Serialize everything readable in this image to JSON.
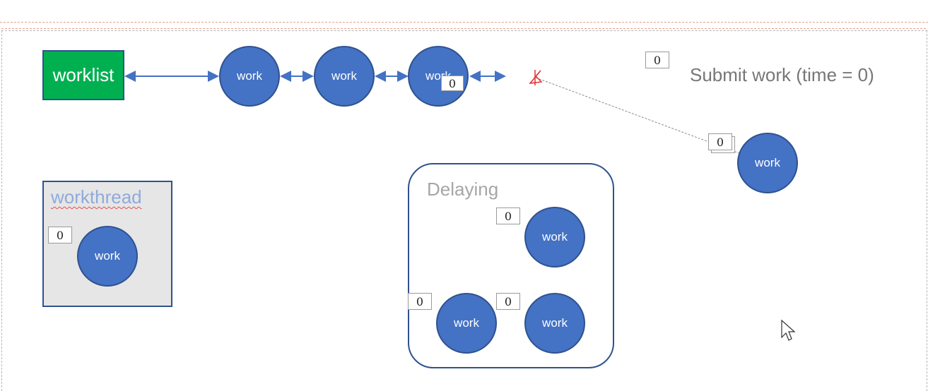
{
  "worklist": {
    "label": "worklist"
  },
  "queue": [
    {
      "label": "work"
    },
    {
      "label": "work"
    },
    {
      "label": "work",
      "counter": "0"
    }
  ],
  "floating_counter": "0",
  "submit": {
    "text": "Submit work (time = 0)",
    "work_label": "work",
    "counter": "0"
  },
  "workthread": {
    "title": "workthread",
    "work_label": "work",
    "counter": "0"
  },
  "delaying": {
    "title": "Delaying",
    "items": [
      {
        "label": "work",
        "counter": "0"
      },
      {
        "label": "work",
        "counter": "0"
      },
      {
        "label": "work",
        "counter": "0"
      }
    ]
  },
  "colors": {
    "worklist_fill": "#00b050",
    "work_fill": "#4472c4",
    "outline": "#2f528f",
    "workthread_title": "#8faadc",
    "delaying_title": "#a6a6a6",
    "submit_text": "#777777"
  }
}
